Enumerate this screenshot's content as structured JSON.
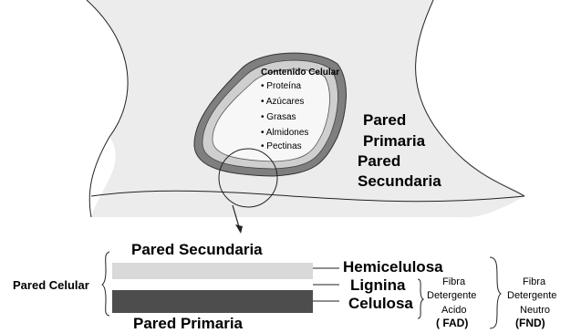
{
  "cell": {
    "contents_title": "Contenido Celular",
    "contents_items": [
      "• Proteína",
      "• Azúcares",
      "• Grasas",
      "• Almidones",
      "• Pectinas"
    ],
    "primary_wall_lines": [
      "Pared",
      "Primaria"
    ],
    "secondary_wall_lines": [
      "Pared",
      "Secundaria"
    ]
  },
  "cross_section": {
    "top_label": "Pared Secundaria",
    "bottom_label": "Pared Primaria",
    "side_label": "Pared Celular",
    "hemicellulose": "Hemicelulosa",
    "lignin": "Lignina",
    "cellulose": "Celulosa",
    "fad_lines": [
      "Fibra",
      "Detergente",
      "Acido",
      "( FAD)"
    ],
    "fnd_lines": [
      "Fibra",
      "Detergente",
      "Neutro",
      "(FND)"
    ]
  },
  "colors": {
    "cell_background": "#ececec",
    "wall_outer": "#7f7f7f",
    "wall_inner": "#cfcfcf",
    "hemicellulose_band": "#d9d9d9",
    "cellulose_band": "#4d4d4d"
  }
}
